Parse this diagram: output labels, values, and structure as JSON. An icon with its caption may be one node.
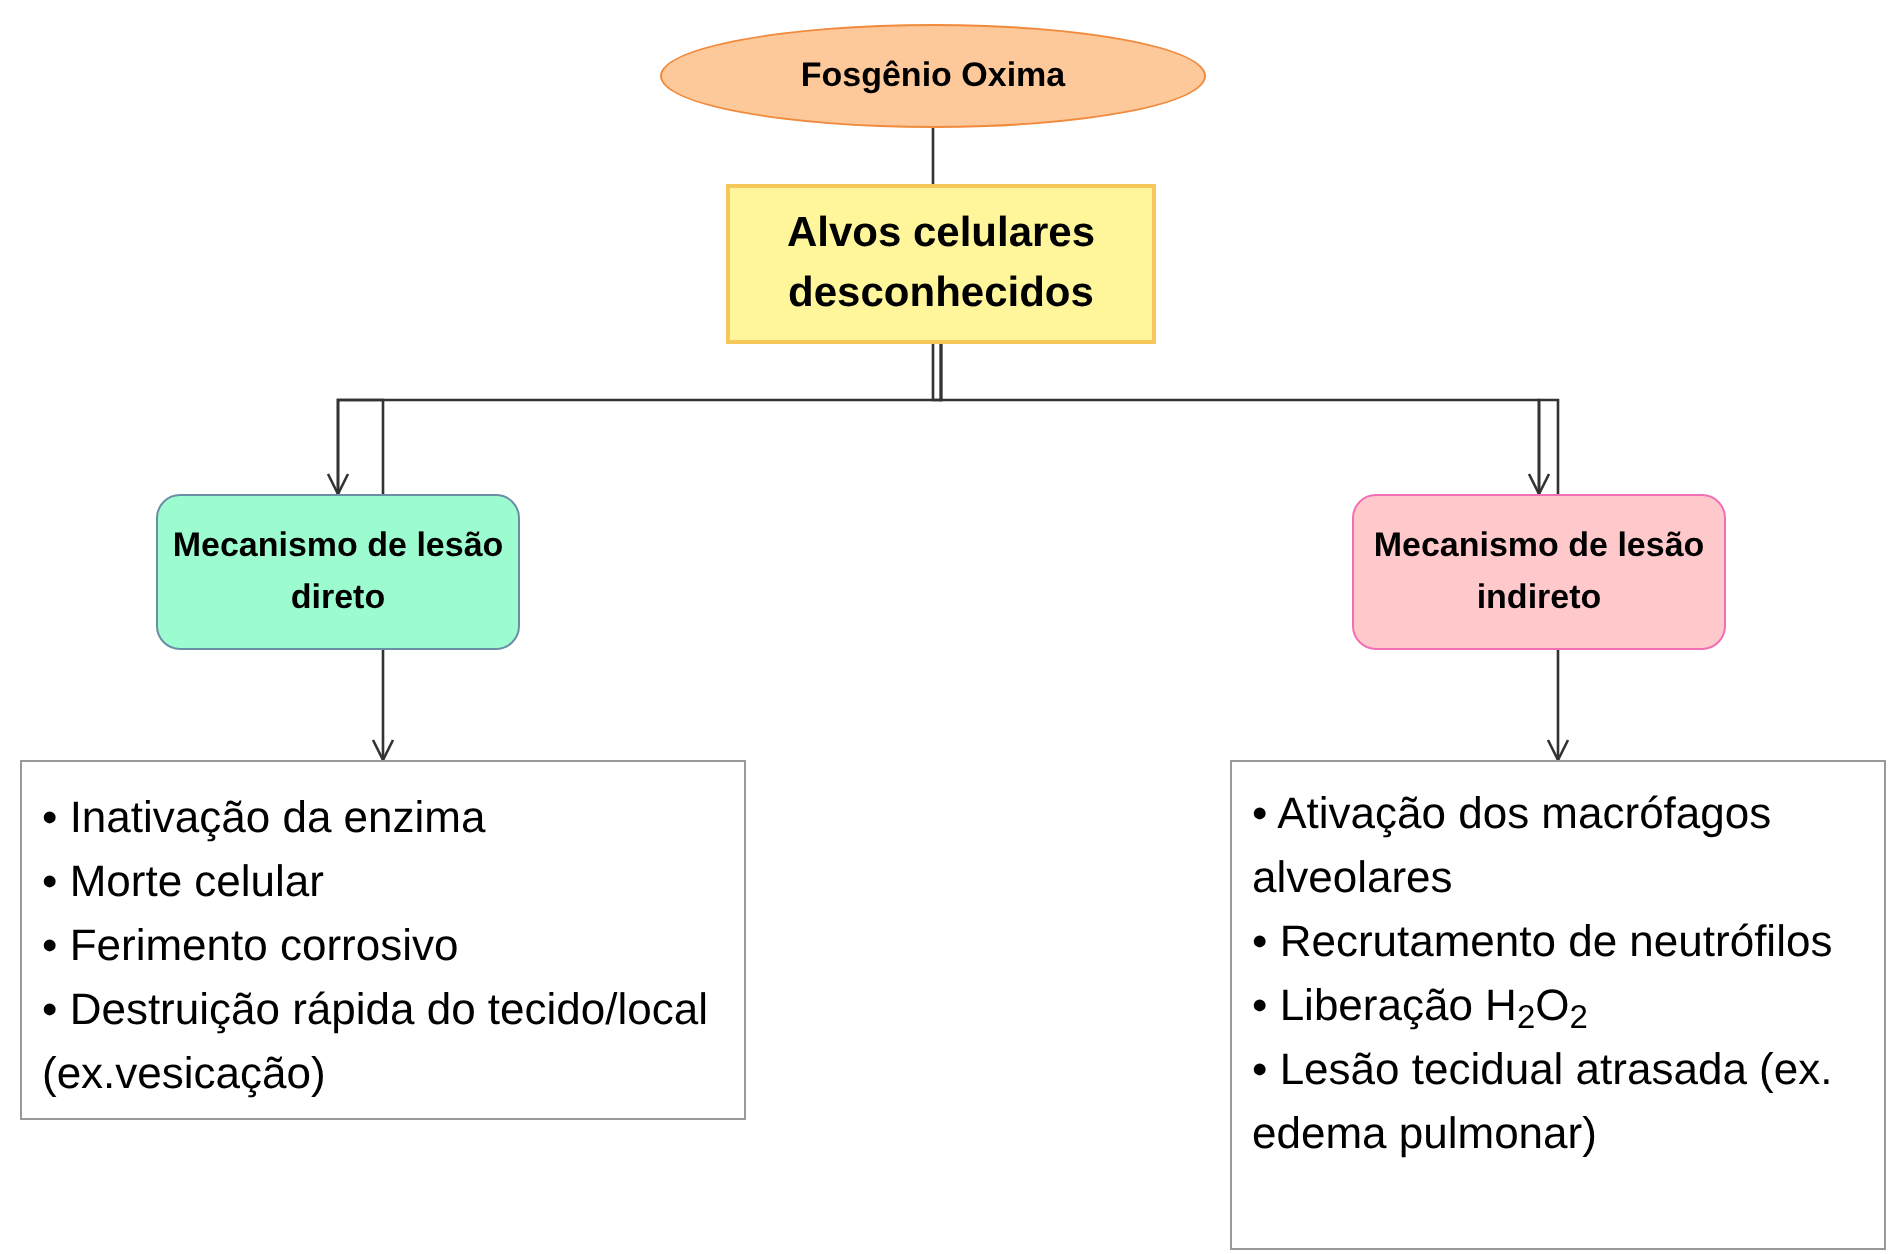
{
  "diagram": {
    "nodes": [
      {
        "text": [
          "Fosgênio Oxima"
        ]
      },
      {
        "text": [
          "Alvos celulares desconhecidos"
        ]
      },
      {
        "text": [
          "Mecanismo de lesão direto"
        ]
      },
      {
        "text": [
          "Mecanismo de lesão indireto"
        ]
      },
      {
        "text": [
          "• Inativação da enzima",
          "• Morte celular",
          "• Ferimento corrosivo",
          "• Destruição rápida do tecido/local (ex.vesicação)"
        ]
      },
      {
        "text": [
          "• Ativação dos macrófagos alveolares",
          "• Recrutamento de neutrófilos",
          "• Liberação H$_{2}$O$_{2}$",
          "• Lesão tecidual atrasada (ex. edema pulmonar)"
        ]
      }
    ],
    "edges": [
      {
        "from": 0,
        "to": 1,
        "arrow": "none"
      },
      {
        "from": 1,
        "to": 2,
        "arrow": "to"
      },
      {
        "from": 1,
        "to": 3,
        "arrow": "to"
      },
      {
        "from": 2,
        "to": 4,
        "arrow": "to"
      },
      {
        "from": 3,
        "to": 5,
        "arrow": "to"
      }
    ]
  }
}
